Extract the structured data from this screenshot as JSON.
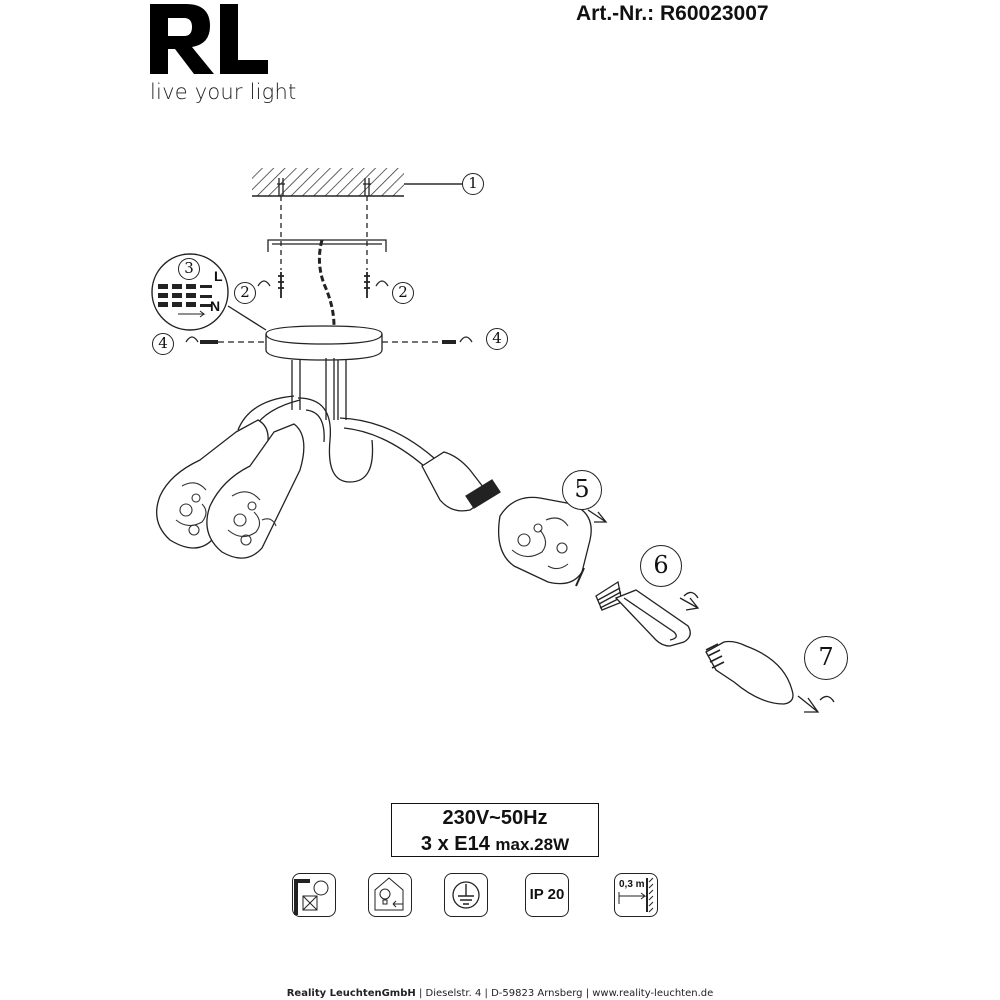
{
  "header": {
    "logo_text": "RL",
    "tagline": "live your light",
    "article_number": "Art.-Nr.: R60023007"
  },
  "callouts": {
    "c1": "1",
    "c2a": "2",
    "c2b": "2",
    "c3": "3",
    "c4a": "4",
    "c4b": "4",
    "c5": "5",
    "c6": "6",
    "c7": "7"
  },
  "wiring_labels": {
    "live": "L",
    "neutral": "N"
  },
  "spec": {
    "voltage": "230V~50Hz",
    "bulbs_prefix": "3 x E14",
    "bulbs_power": "max.28W"
  },
  "icons": [
    {
      "name": "not-covered-icon"
    },
    {
      "name": "bulb-replace-icon"
    },
    {
      "name": "earth-ground-icon"
    },
    {
      "name": "ip-rating-icon",
      "text": "IP 20"
    },
    {
      "name": "distance-icon",
      "text": "0,3 m"
    }
  ],
  "footer": {
    "company": "Reality LeuchtenGmbH",
    "address": "Dieselstr. 4",
    "city": "D-59823 Arnsberg",
    "website": "www.reality-leuchten.de",
    "separator": "|"
  }
}
